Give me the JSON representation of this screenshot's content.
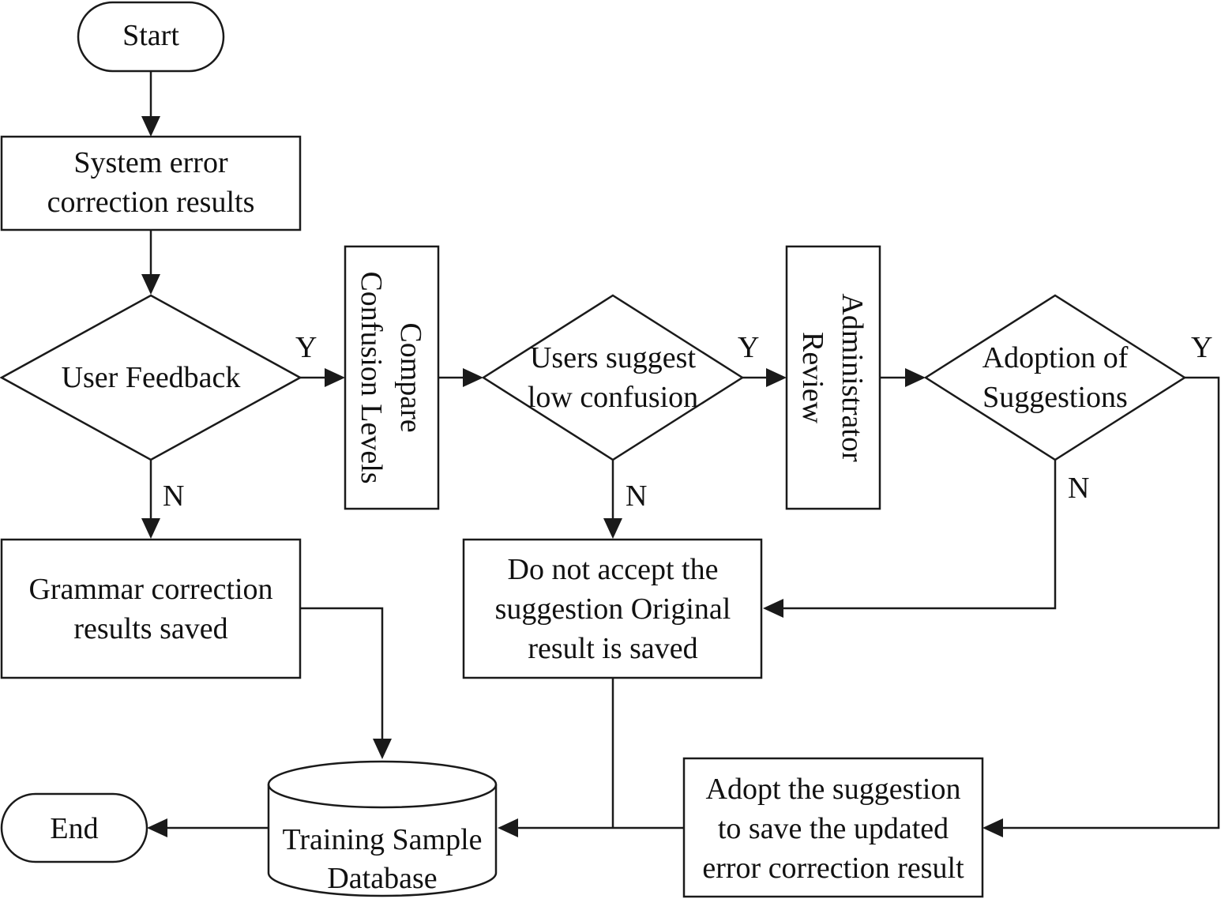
{
  "nodes": {
    "start": "Start",
    "system_results": [
      "System error",
      "correction results"
    ],
    "user_feedback": "User Feedback",
    "compare_levels": [
      "Compare",
      "Confusion Levels"
    ],
    "users_suggest": [
      "Users suggest",
      "low confusion"
    ],
    "admin_review": [
      "Administrator",
      "Review"
    ],
    "adoption": [
      "Adoption of",
      "Suggestions"
    ],
    "grammar_saved": [
      "Grammar correction",
      "results saved"
    ],
    "do_not_accept": [
      "Do not accept the",
      "suggestion Original",
      "result is saved"
    ],
    "adopt_suggestion": [
      "Adopt the suggestion",
      "to save the updated",
      "error correction result"
    ],
    "training_db": [
      "Training Sample",
      "Database"
    ],
    "end": "End"
  },
  "labels": {
    "yes": "Y",
    "no": "N"
  },
  "colors": {
    "stroke": "#1a1a1a",
    "background": "#ffffff"
  }
}
